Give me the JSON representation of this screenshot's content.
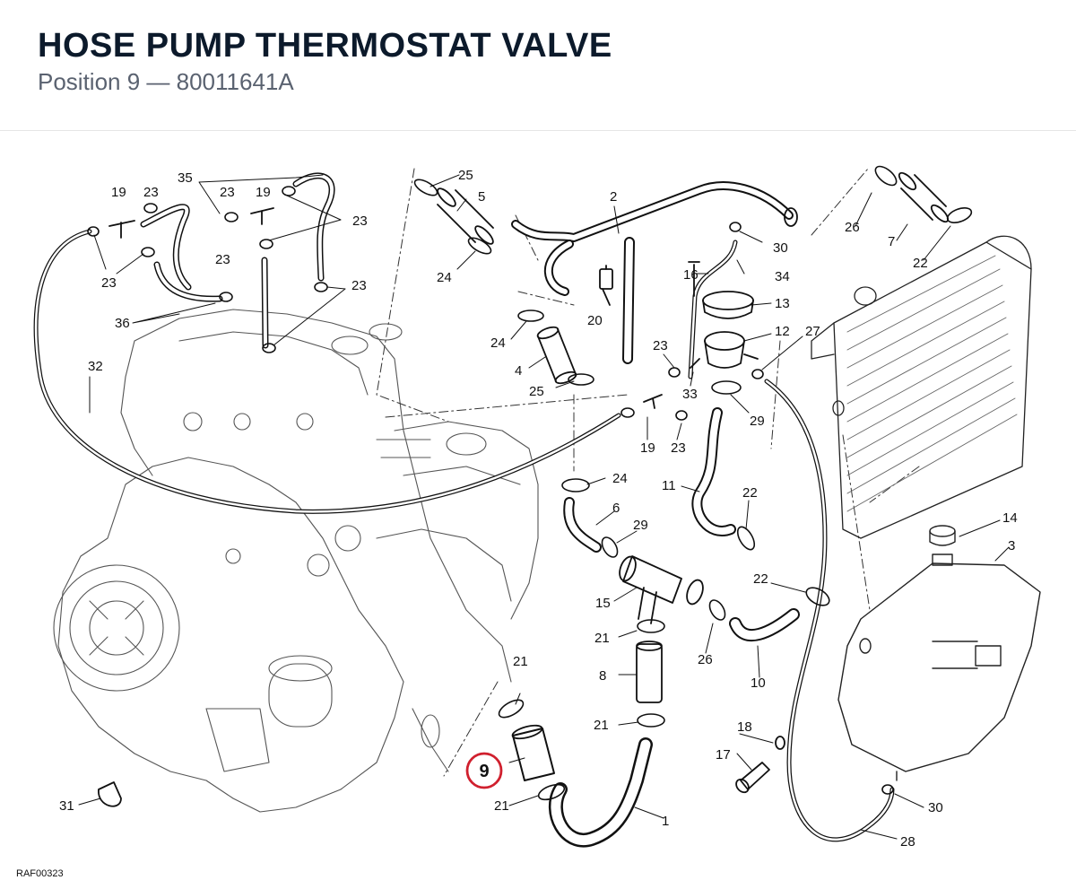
{
  "header": {
    "title": "HOSE PUMP THERMOSTAT VALVE",
    "subtitle": "Position 9 — 80011641A"
  },
  "diagram": {
    "drawing_code": "RAF00323",
    "highlight": {
      "label": "9",
      "color": "#d0202e"
    },
    "labels": {
      "l1": "1",
      "l2": "2",
      "l3": "3",
      "l4": "4",
      "l5": "5",
      "l6": "6",
      "l7": "7",
      "l8": "8",
      "l10": "10",
      "l11": "11",
      "l12": "12",
      "l13": "13",
      "l14": "14",
      "l15": "15",
      "l16": "16",
      "l17": "17",
      "l18": "18",
      "l19a": "19",
      "l19b": "19",
      "l19c": "19",
      "l20": "20",
      "l21a": "21",
      "l21b": "21",
      "l21c": "21",
      "l21d": "21",
      "l22a": "22",
      "l22b": "22",
      "l22c": "22",
      "l23a": "23",
      "l23b": "23",
      "l23c": "23",
      "l23d": "23",
      "l23e": "23",
      "l23f": "23",
      "l23g": "23",
      "l23h": "23",
      "l24a": "24",
      "l24b": "24",
      "l24c": "24",
      "l25a": "25",
      "l25b": "25",
      "l26a": "26",
      "l26b": "26",
      "l27": "27",
      "l28": "28",
      "l29a": "29",
      "l29b": "29",
      "l30a": "30",
      "l30b": "30",
      "l31": "31",
      "l32": "32",
      "l33": "33",
      "l34": "34",
      "l35": "35",
      "l36": "36"
    }
  }
}
